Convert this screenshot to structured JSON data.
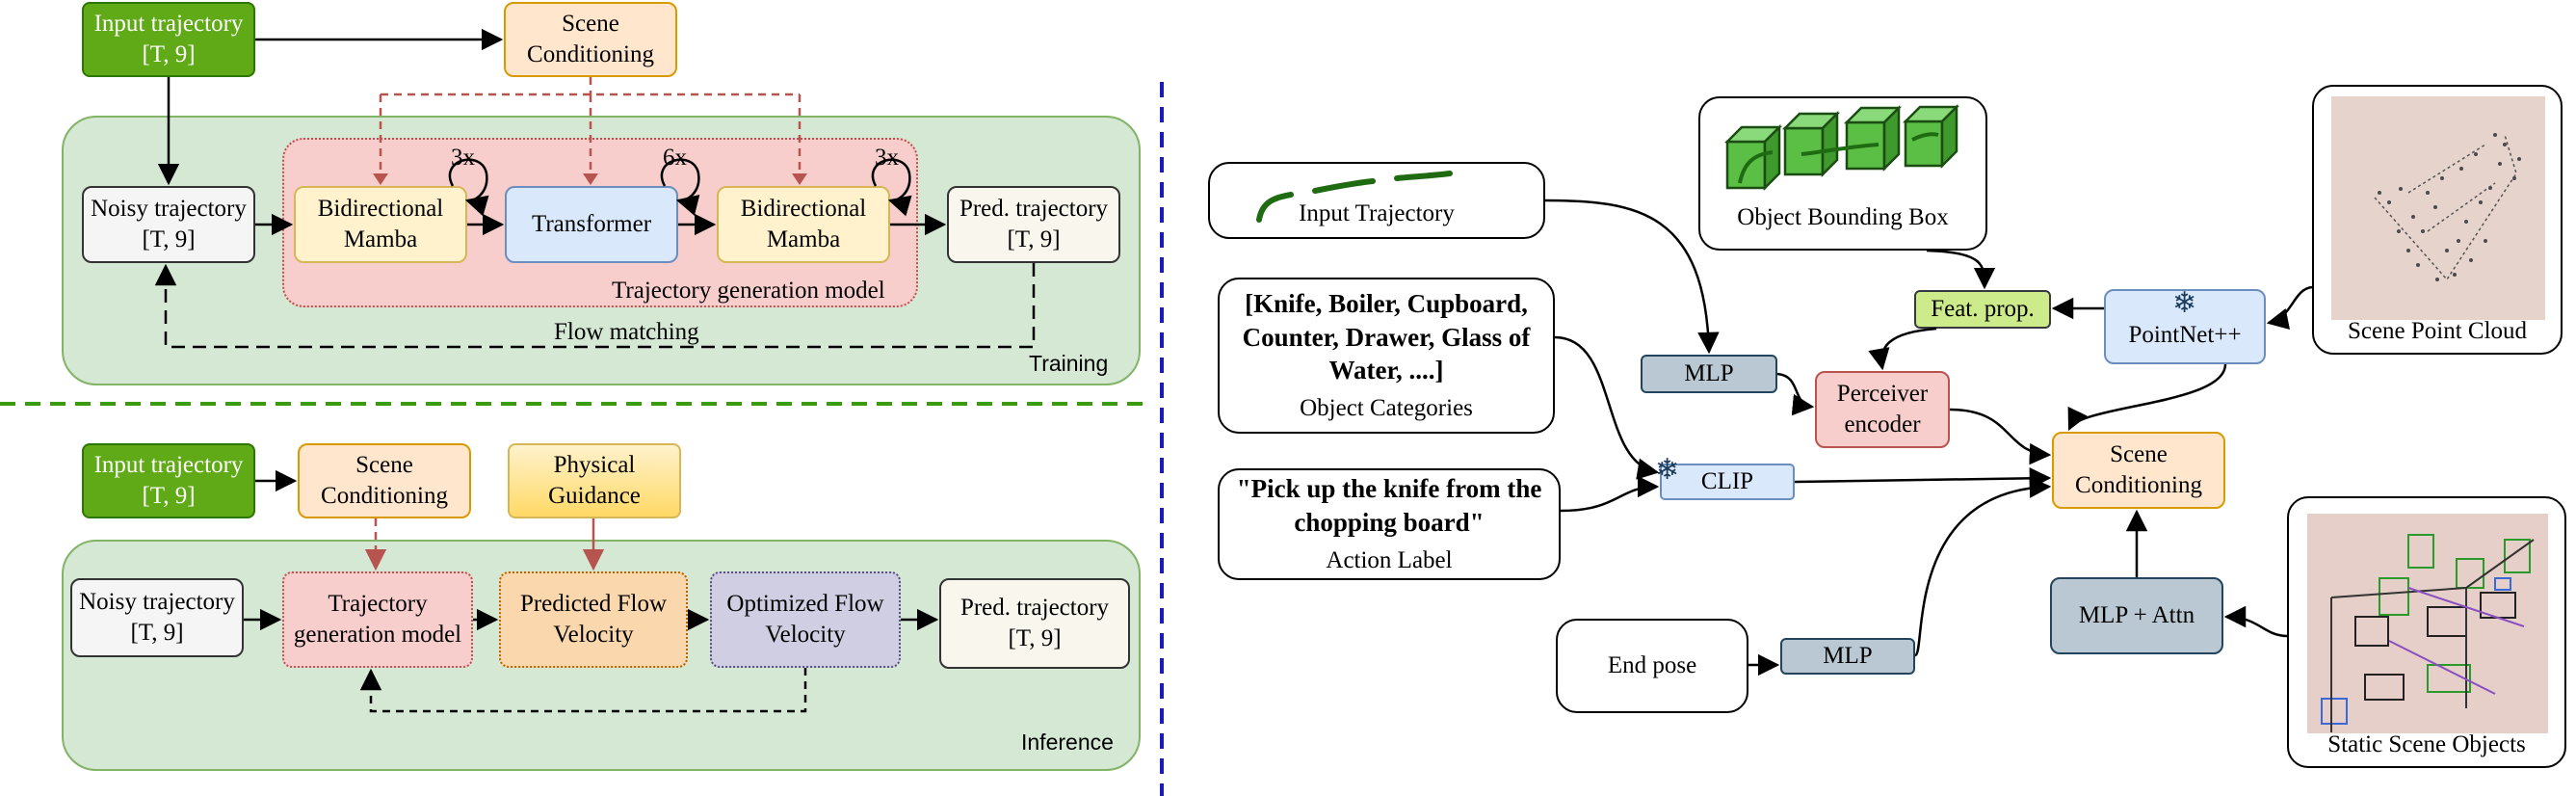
{
  "top_left": {
    "input_trajectory": {
      "line1": "Input trajectory",
      "line2": "[T, 9]"
    },
    "scene_conditioning": {
      "line1": "Scene",
      "line2": "Conditioning"
    },
    "noisy_trajectory": {
      "line1": "Noisy trajectory",
      "line2": "[T, 9]"
    },
    "mamba_left": {
      "line1": "Bidirectional",
      "line2": "Mamba",
      "repeat": "3x"
    },
    "transformer": {
      "label": "Transformer",
      "repeat": "6x"
    },
    "mamba_right": {
      "line1": "Bidirectional",
      "line2": "Mamba",
      "repeat": "3x"
    },
    "pred_trajectory": {
      "line1": "Pred. trajectory",
      "line2": "[T, 9]"
    },
    "region_label": "Trajectory generation model",
    "flow_label": "Flow matching",
    "panel_label": "Training"
  },
  "bottom_left": {
    "input_trajectory": {
      "line1": "Input trajectory",
      "line2": "[T, 9]"
    },
    "scene_conditioning": {
      "line1": "Scene",
      "line2": "Conditioning"
    },
    "physical_guidance": {
      "line1": "Physical",
      "line2": "Guidance"
    },
    "noisy_trajectory": {
      "line1": "Noisy trajectory",
      "line2": "[T, 9]"
    },
    "traj_gen_model": {
      "line1": "Trajectory",
      "line2": "generation model"
    },
    "predicted_flow": {
      "line1": "Predicted Flow",
      "line2": "Velocity"
    },
    "optimized_flow": {
      "line1": "Optimized Flow",
      "line2": "Velocity"
    },
    "pred_trajectory": {
      "line1": "Pred. trajectory",
      "line2": "[T, 9]"
    },
    "panel_label": "Inference"
  },
  "right": {
    "input_trajectory_label": "Input Trajectory",
    "object_bbox_label": "Object Bounding Box",
    "scene_point_cloud_label": "Scene Point Cloud",
    "object_categories": {
      "line1": "[Knife, Boiler, Cupboard,",
      "line2": "Counter, Drawer, Glass of",
      "line3": "Water, ....]",
      "caption": "Object Categories"
    },
    "action_label": {
      "line1": "\"Pick up the knife from the",
      "line2": "chopping board\"",
      "caption": "Action Label"
    },
    "end_pose": "End pose",
    "mlp_top": "MLP",
    "mlp_bottom": "MLP",
    "clip": "CLIP",
    "feat_prop": "Feat. prop.",
    "pointnet": "PointNet++",
    "perceiver": {
      "line1": "Perceiver",
      "line2": "encoder"
    },
    "scene_conditioning": {
      "line1": "Scene",
      "line2": "Conditioning"
    },
    "mlp_attn": "MLP + Attn",
    "static_scene_objects_label": "Static Scene Objects",
    "frozen_icon": "snowflake-icon"
  },
  "colors": {
    "green_dark": "#60a917",
    "panel_green": "#d5e8d4",
    "region_pink": "#f8cecc",
    "scene_peach": "#ffe6cc",
    "mamba_cream": "#fff2cc",
    "transformer_blue": "#dae8fc",
    "dashed_red": "#b85450",
    "separator_green": "#3c9a0f",
    "separator_blue": "#1a1ab8"
  }
}
